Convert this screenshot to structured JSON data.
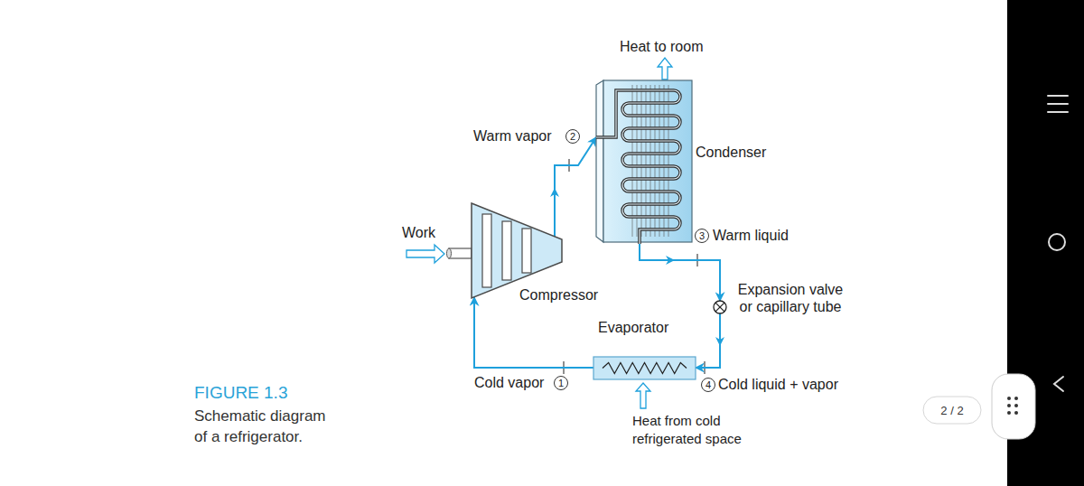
{
  "diagram": {
    "caption": "Schematic diagram of a refrigerator.",
    "nodes": [
      {
        "text": [
          "Condenser"
        ]
      },
      {
        "text": [
          "Compressor"
        ]
      },
      {
        "text": [
          "Expansion valve or capillary tube"
        ]
      },
      {
        "text": [
          "Evaporator"
        ]
      }
    ],
    "edges": [
      {
        "from": 1,
        "to": 0,
        "arrow": "to",
        "label": "Warm vapor"
      },
      {
        "from": 0,
        "to": 2,
        "arrow": "to",
        "label": "Warm liquid"
      },
      {
        "from": 2,
        "to": 3,
        "arrow": "to",
        "label": "Cold liquid + vapor"
      },
      {
        "from": 3,
        "to": 1,
        "arrow": "to",
        "label": "Cold vapor"
      }
    ],
    "labels": [
      "Heat to room",
      "2",
      "Work",
      "3",
      "1",
      "4",
      "FIGURE 1.3",
      "2 / 2",
      "Heat from cold refrigerated space"
    ]
  }
}
